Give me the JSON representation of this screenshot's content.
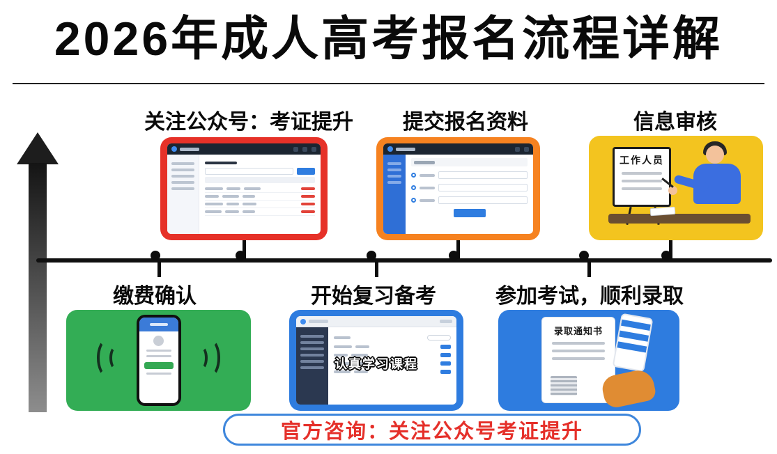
{
  "page": {
    "title": "2026年成人高考报名流程详解",
    "footer": "官方咨询：关注公众号考证提升"
  },
  "steps": [
    {
      "id": "follow",
      "label": "关注公众号：考证提升"
    },
    {
      "id": "submit",
      "label": "提交报名资料"
    },
    {
      "id": "review",
      "label": "信息审核"
    },
    {
      "id": "pay",
      "label": "缴费确认"
    },
    {
      "id": "study",
      "label": "开始复习备考"
    },
    {
      "id": "exam",
      "label": "参加考试，顺利录取"
    }
  ],
  "illustrations": {
    "review_board_title": "工作人员",
    "study_overlay": "认真学习课程",
    "admission_doc_title": "录取通知书"
  },
  "colors": {
    "card_follow": "#e63128",
    "card_submit": "#f68220",
    "card_review": "#f3c41f",
    "card_pay": "#33ad55",
    "card_study": "#2e7cdf",
    "card_exam": "#2e7cdf",
    "footer_border": "#3f87dc",
    "footer_text": "#e5302a",
    "timeline": "#101010"
  }
}
